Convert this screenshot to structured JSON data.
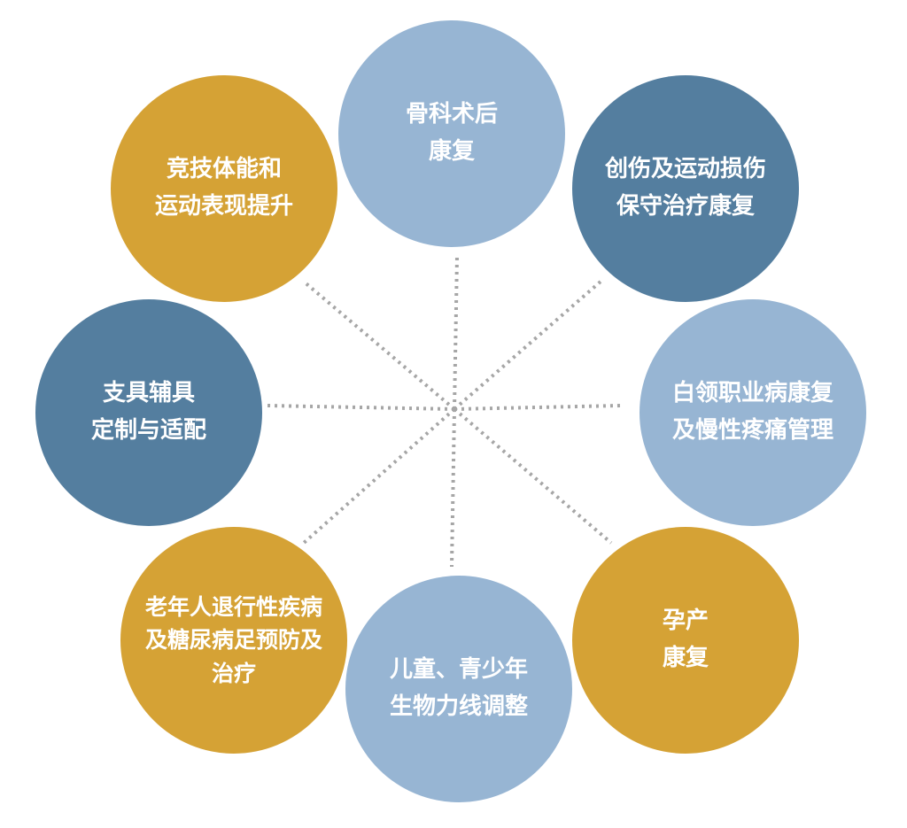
{
  "nodes": {
    "top": {
      "line1": "骨科术后",
      "line2": "康复",
      "color": "#97b5d3"
    },
    "topright": {
      "line1": "创伤及运动损伤",
      "line2": "保守治疗康复",
      "color": "#547e9f"
    },
    "right": {
      "line1": "白领职业病康复",
      "line2": "及慢性疼痛管理",
      "color": "#97b5d3"
    },
    "botright": {
      "line1": "孕产",
      "line2": "康复",
      "color": "#d5a235"
    },
    "bottom": {
      "line1": "儿童、青少年",
      "line2": "生物力线调整",
      "color": "#97b5d3"
    },
    "botleft": {
      "line1": "老年人退行性疾病",
      "line2": "及糖尿病足预防及",
      "line3": "治疗",
      "color": "#d5a235"
    },
    "left": {
      "line1": "支具辅具",
      "line2": "定制与适配",
      "color": "#547e9f"
    },
    "topleft": {
      "line1": "竞技体能和",
      "line2": "运动表现提升",
      "color": "#d5a235"
    }
  },
  "connector_color": "#a6a6a6"
}
